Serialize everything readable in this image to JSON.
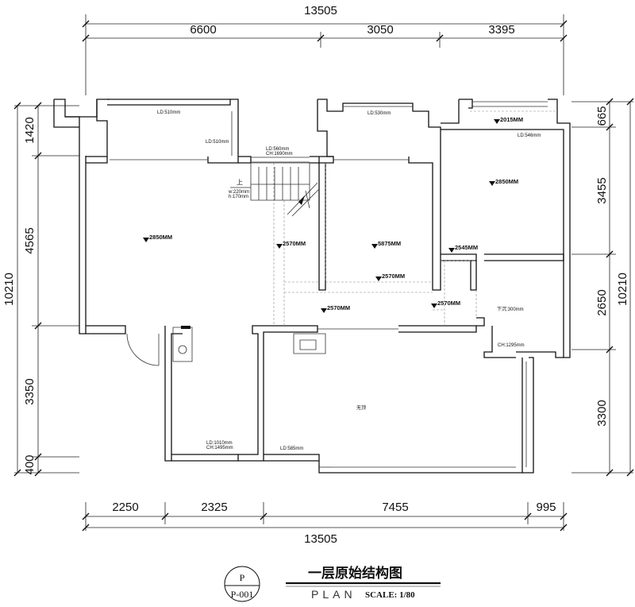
{
  "dimensions": {
    "top_total": "13505",
    "top_segments": [
      "6600",
      "3050",
      "3395"
    ],
    "bottom_total": "13505",
    "bottom_segments": [
      "2250",
      "2325",
      "7455",
      "995"
    ],
    "left_total": "10210",
    "left_segments": [
      "1420",
      "4565",
      "3350",
      "400"
    ],
    "right_total": "10210",
    "right_segments": [
      "665",
      "3455",
      "2650",
      "3300"
    ]
  },
  "annotations": {
    "ld_510_a": "LD:510mm",
    "ld_510_b": "LD:510mm",
    "ld_560": "LD:560mm",
    "ch_1690": "CH:1690mm",
    "ld_530": "LD:530mm",
    "ld_546": "LD:546mm",
    "stair_up": "上",
    "stair_w": "w:220mm",
    "stair_h": "h:170mm",
    "ld_1010": "LD:1010mm",
    "ch_1495": "CH:1495mm",
    "ld_585": "LD:585mm",
    "drop_300": "下沉:300mm",
    "ch_1295": "CH:1295mm",
    "no_ceiling": "无顶"
  },
  "levels": {
    "l_2015": "2015MM",
    "l_2850_right": "2850MM",
    "l_2850_left": "2850MM",
    "l_2570_a": "2570MM",
    "l_5875": "5875MM",
    "l_2545": "2545MM",
    "l_2570_b": "2570MM",
    "l_2570_c": "2570MM",
    "l_2570_d": "2570MM"
  },
  "title_block": {
    "circle_letter": "P",
    "sheet_code": "P-001",
    "title": "一层原始结构图",
    "plan_word": "PLAN",
    "scale": "SCALE: 1/80"
  }
}
